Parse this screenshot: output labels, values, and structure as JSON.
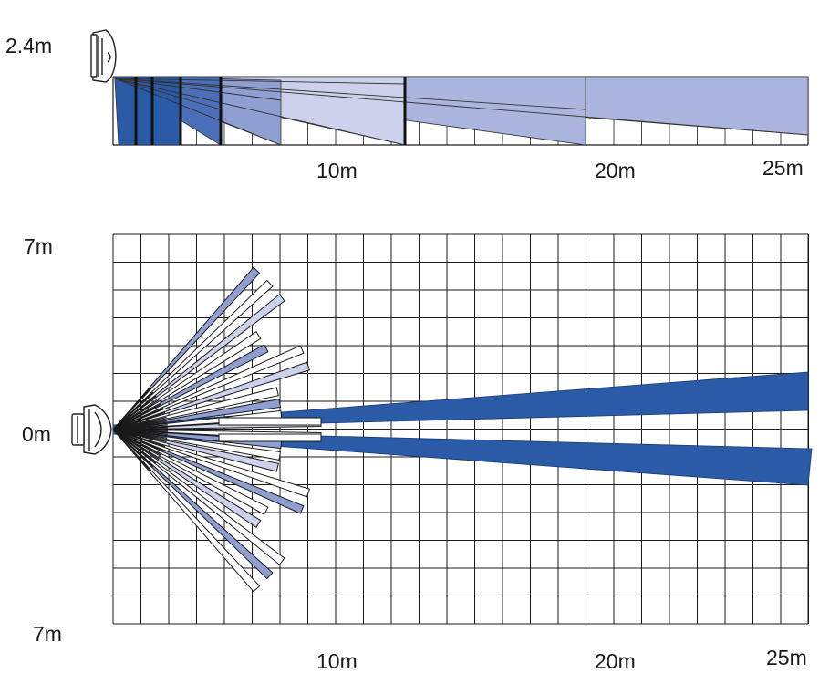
{
  "side_view": {
    "height_label": "2.4m",
    "distance_labels": [
      "10m",
      "20m",
      "25m"
    ]
  },
  "top_view": {
    "width_top_label": "7m",
    "center_label": "0m",
    "width_bottom_label": "7m",
    "distance_labels": [
      "10m",
      "20m",
      "25m"
    ]
  },
  "colors": {
    "long_range_beam": "#2b5aa6",
    "zone_dark": "#2b5aa6",
    "zone_mid": "#4a6fb8",
    "zone_light": "#8f9fd2",
    "zone_pale": "#ccd2ec",
    "zone_far": "#abb4dd",
    "grid": "#1a1a1a"
  }
}
